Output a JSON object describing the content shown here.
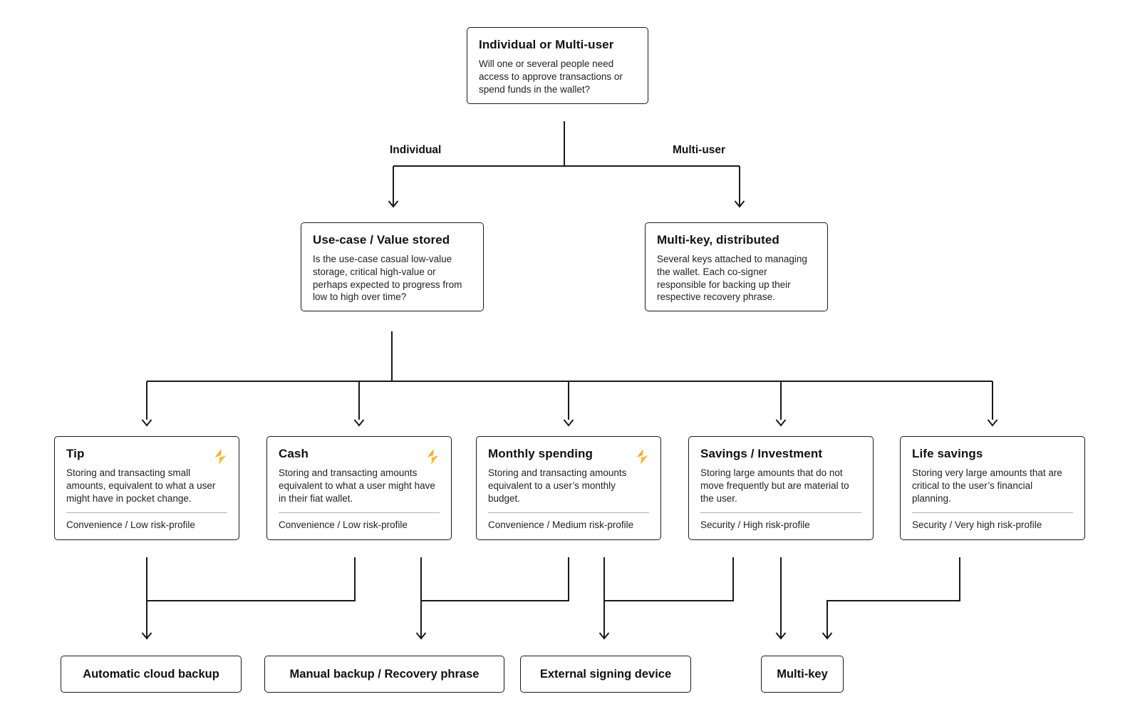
{
  "diagram": {
    "root": {
      "title": "Individual or Multi-user",
      "body": "Will one or several people need access to approve transactions or spend funds in the wallet?"
    },
    "branches": {
      "left_label": "Individual",
      "right_label": "Multi-user"
    },
    "level2": [
      {
        "title": "Use-case / Value stored",
        "body": "Is the use-case casual low-value storage, critical high-value or perhaps expected to progress from low to high over time?"
      },
      {
        "title": "Multi-key, distributed",
        "body": "Several keys attached to managing the wallet. Each co-signer responsible for backing up their respective recovery phrase."
      }
    ],
    "use_cases": [
      {
        "title": "Tip",
        "icon": "lightning-icon",
        "body": "Storing and transacting small amounts, equivalent to what a user might have in pocket change.",
        "footer": "Convenience / Low risk-profile"
      },
      {
        "title": "Cash",
        "icon": "lightning-icon",
        "body": "Storing and transacting amounts equivalent to what a user might have in their fiat wallet.",
        "footer": "Convenience / Low risk-profile"
      },
      {
        "title": "Monthly spending",
        "icon": "lightning-icon",
        "body": "Storing and transacting amounts equivalent to a user’s monthly budget.",
        "footer": "Convenience / Medium risk-profile"
      },
      {
        "title": "Savings / Investment",
        "icon": null,
        "body": "Storing large amounts that do not move frequently but are material to the user.",
        "footer": "Security / High risk-profile"
      },
      {
        "title": "Life savings",
        "icon": null,
        "body": "Storing very large amounts that are critical to the user’s financial planning.",
        "footer": "Security / Very high risk-profile"
      }
    ],
    "outcomes": [
      {
        "label": "Automatic cloud backup"
      },
      {
        "label": "Manual backup / Recovery phrase"
      },
      {
        "label": "External signing device"
      },
      {
        "label": "Multi-key"
      }
    ],
    "colors": {
      "line": "#1a1a1a",
      "box_border": "#1a1a1a",
      "divider": "#b3b3b3",
      "lightning_orange": "#f7931a",
      "lightning_yellow": "#ffd23f",
      "background": "#ffffff"
    }
  }
}
